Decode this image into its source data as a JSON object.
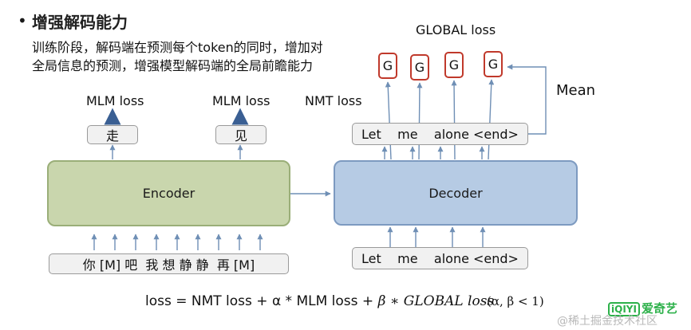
{
  "heading": {
    "bullet": "•",
    "title": "增强解码能力"
  },
  "description": {
    "line1": "训练阶段，解码端在预测每个token的同时，增加对",
    "line2": "全局信息的预测，增强模型解码端的全局前瞻能力"
  },
  "encoder": {
    "label": "Encoder",
    "input": "你 [M] 吧  我 想 静 静  再 [M]",
    "mlm_left": {
      "loss": "MLM loss",
      "token": "走"
    },
    "mlm_right": {
      "loss": "MLM loss",
      "token": "见"
    }
  },
  "decoder": {
    "label": "Decoder",
    "input": "Let    me    alone <end>",
    "output": "Let    me    alone <end>",
    "nmt_loss": "NMT loss",
    "global_loss": "GLOBAL loss",
    "g_nodes": [
      "G",
      "G",
      "G",
      "G"
    ],
    "mean": "Mean"
  },
  "formula": {
    "part1": "loss = NMT loss + α * MLM loss + ",
    "beta_term": "β ∗ GLOBAL loss",
    "condition": "(α, β < 1)"
  },
  "logo": {
    "mark": "iQIYI",
    "text": "爱奇艺"
  },
  "watermark": "@稀土掘金技术社区",
  "colors": {
    "encoder_fill": "#c9d6ad",
    "decoder_fill": "#b6cbe4",
    "g_border": "#c0392b",
    "arrow": "#6f8fb5",
    "logo_green": "#2db14a"
  }
}
